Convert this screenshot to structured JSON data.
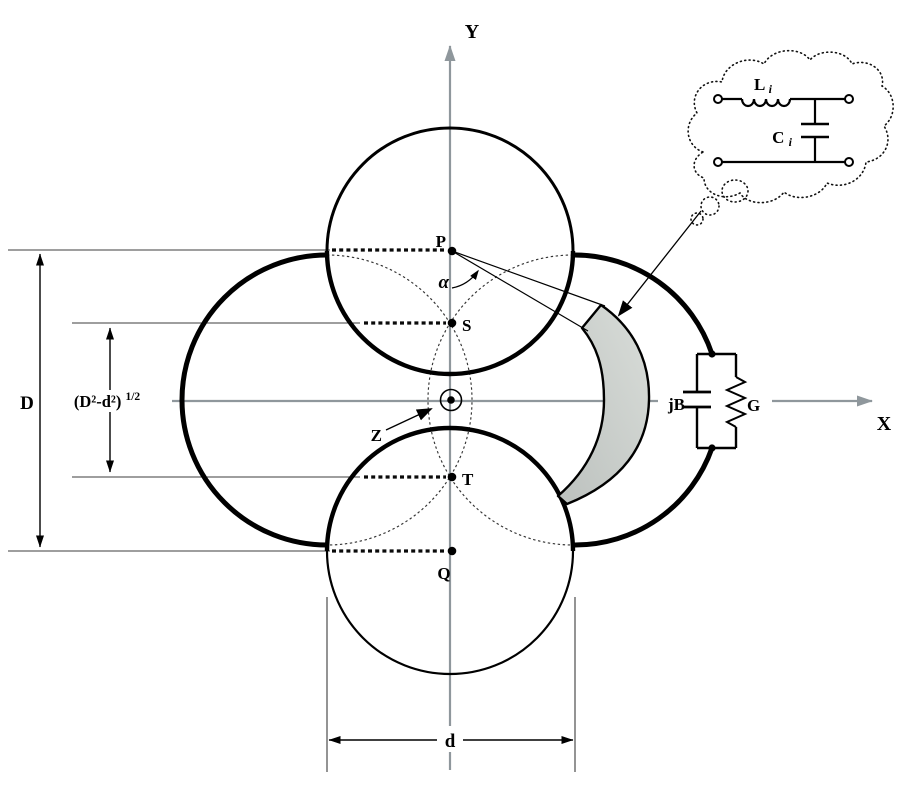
{
  "figure": {
    "axes": {
      "x_label": "X",
      "y_label": "Y"
    },
    "points": {
      "p": "P",
      "s": "S",
      "t": "T",
      "q": "Q",
      "z": "Z"
    },
    "angle": {
      "alpha": "α"
    },
    "dimensions": {
      "outer_diameter": "D",
      "inner_diameter": "d",
      "formula_base": "(D²-d²)",
      "formula_exponent": "1/2"
    },
    "admittance": {
      "susceptance": "jB",
      "conductance": "G"
    },
    "bubble_circuit": {
      "inductor": "L",
      "inductor_sub": "i",
      "capacitor": "C",
      "capacitor_sub": "i"
    },
    "colors": {
      "axis": "#8f979c",
      "line": "#000000",
      "thin_line": "#3c3c3c",
      "crescent_light": "#d9ddd9",
      "crescent_dark": "#bcc1be"
    }
  }
}
